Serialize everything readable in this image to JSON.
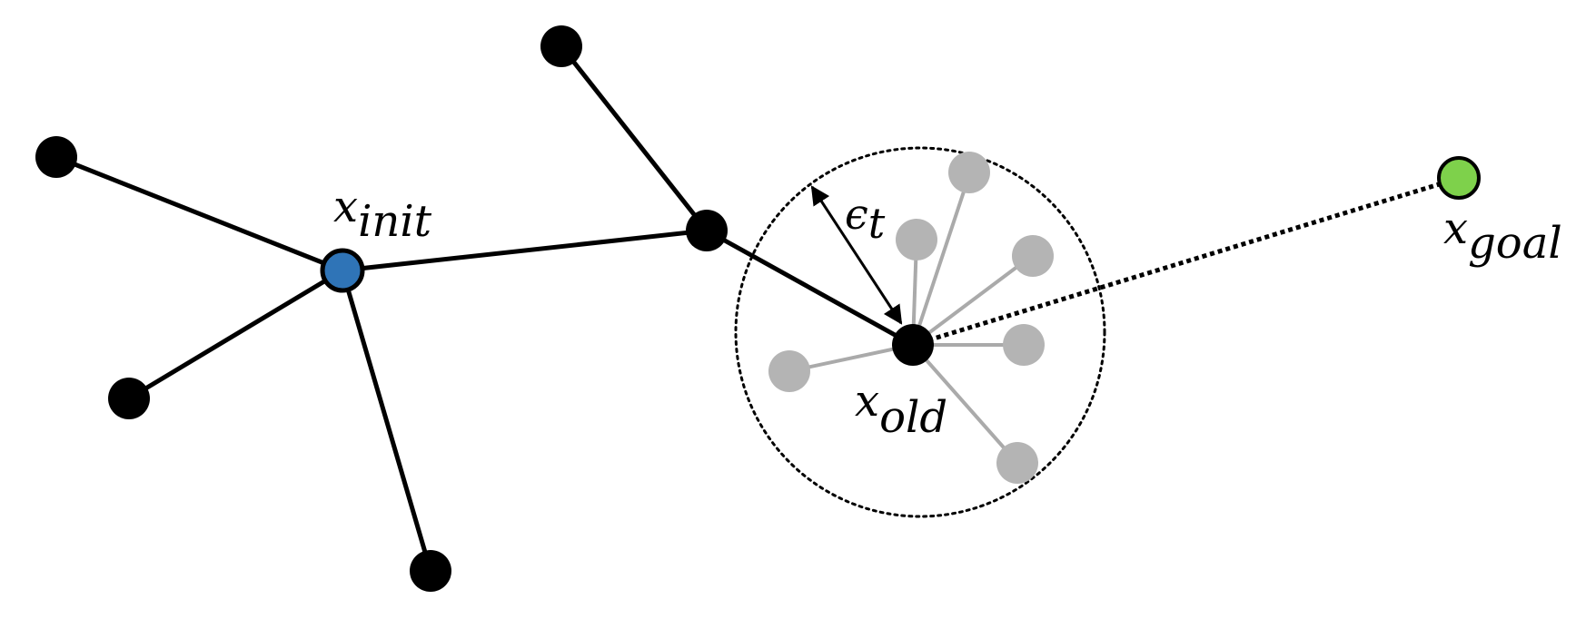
{
  "labels": {
    "init_var": "x",
    "init_sub": "init",
    "old_var": "x",
    "old_sub": "old",
    "goal_var": "x",
    "goal_sub": "goal",
    "radius_var": "ϵ",
    "radius_sub": "t"
  },
  "colors": {
    "edge": "#000000",
    "node": "#000000",
    "init_node": "#2f74b7",
    "goal_node": "#7ed14b",
    "sample_node": "#b4b4b4",
    "sample_edge": "#aaaaaa",
    "boundary": "#000000"
  },
  "icons": {
    "radius_arrow": "double-headed-arrow",
    "goal_link": "dotted-line",
    "neighborhood": "dotted-circle"
  }
}
